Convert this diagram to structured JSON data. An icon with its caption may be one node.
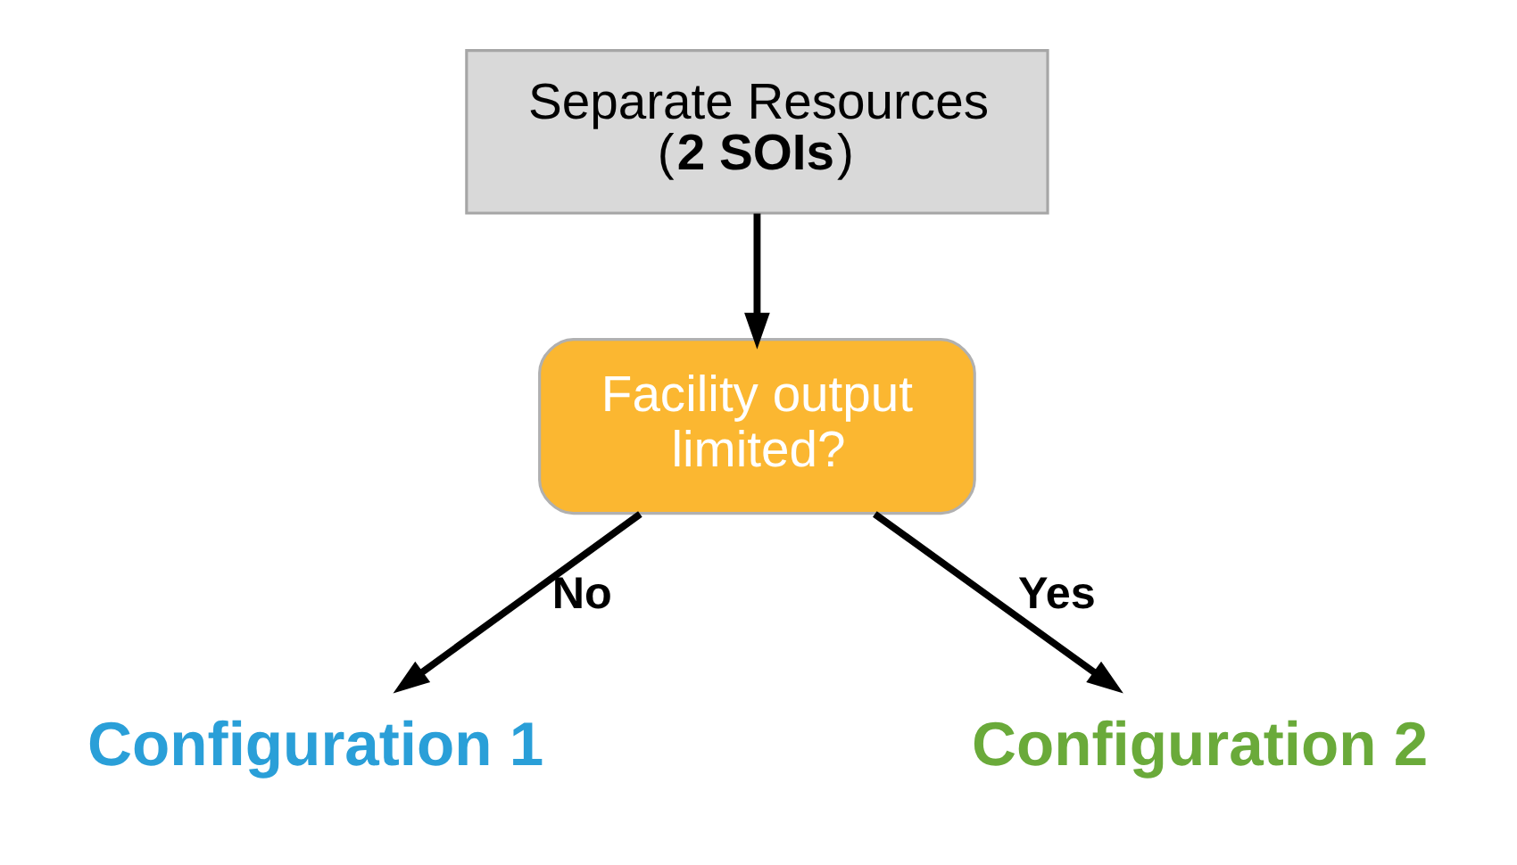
{
  "diagram": {
    "nodes": [
      {
        "text": [
          "Separate Resources (**2 SOIs**)"
        ]
      },
      {
        "text": [
          "Facility output limited?"
        ]
      },
      {
        "text": [
          "Configuration 1"
        ]
      },
      {
        "text": [
          "Configuration 2"
        ]
      }
    ],
    "edges": [
      {
        "from": 0,
        "to": 1,
        "arrow": "to"
      },
      {
        "from": 1,
        "to": 2,
        "arrow": "to",
        "label": "No"
      },
      {
        "from": 1,
        "to": 3,
        "arrow": "to",
        "label": "Yes"
      }
    ]
  }
}
